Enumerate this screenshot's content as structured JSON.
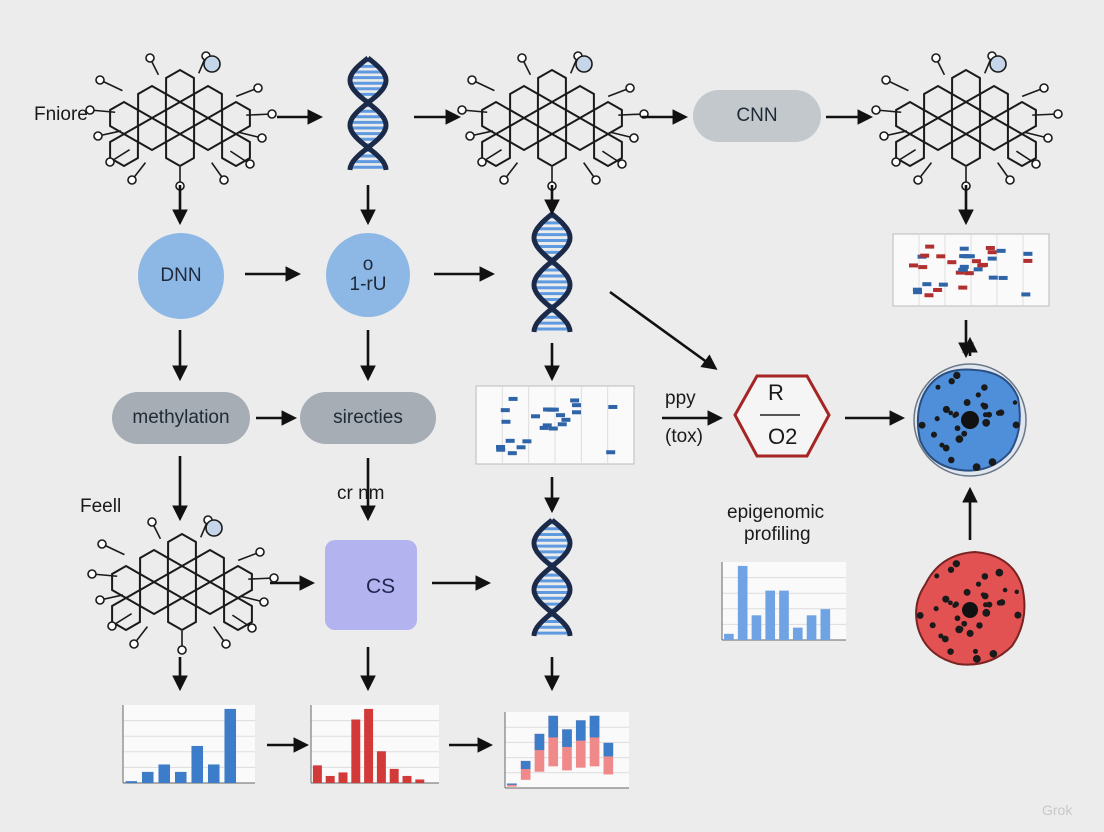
{
  "labels": {
    "fniore": "Fniore",
    "feell": "Feell",
    "cr_nm": "cr   nm",
    "ppy": "ppy",
    "tox": "(tox)",
    "epigenomic": "epigenomic",
    "profiling": "profiling",
    "watermark": "Grok"
  },
  "nodes": {
    "cnn": "CNN",
    "dnn": "DNN",
    "circle2_top": "o",
    "circle2_bottom": "1-rU",
    "methylation": "methylation",
    "sirecties": "sirecties",
    "cs": "CS",
    "hex_top": "R",
    "hex_bottom": "O2"
  },
  "colors": {
    "blue_node": "#8db8e6",
    "pill_gray": "#a6adb4",
    "purple_box": "#b3b3ef",
    "chart_blue": "#3d7cc9",
    "chart_red": "#d23a3a",
    "hex_red": "#a52525",
    "dna_dark": "#1c2a4a",
    "dna_light": "#5f9ae0"
  },
  "icons": [
    "molecule-icon",
    "dna-helix-icon",
    "cell-icon",
    "hexagon-icon",
    "arrow-icon"
  ],
  "chart_data": [
    {
      "type": "bar",
      "categories": [
        "",
        "",
        "",
        "",
        "",
        "",
        "",
        ""
      ],
      "values": [
        0.5,
        3,
        5,
        3,
        10,
        5,
        20,
        0
      ]
    },
    {
      "type": "bar",
      "categories": [
        "",
        "",
        "",
        "",
        "",
        "",
        "",
        "",
        "",
        ""
      ],
      "values": [
        5,
        2,
        3,
        18,
        21,
        9,
        4,
        2,
        1,
        0
      ]
    },
    {
      "type": "bar",
      "categories": [
        "",
        "",
        "",
        "",
        "",
        "",
        "",
        "",
        ""
      ],
      "values": [
        1,
        6,
        12,
        16,
        13,
        15,
        16,
        10,
        0
      ]
    },
    {
      "type": "bar",
      "categories": [
        "",
        "",
        "",
        "",
        "",
        "",
        "",
        "",
        ""
      ],
      "values": [
        1,
        12,
        4,
        8,
        8,
        2,
        4,
        5,
        0
      ]
    },
    {
      "type": "scatter",
      "points": 24
    },
    {
      "type": "scatter",
      "points": 36
    }
  ]
}
